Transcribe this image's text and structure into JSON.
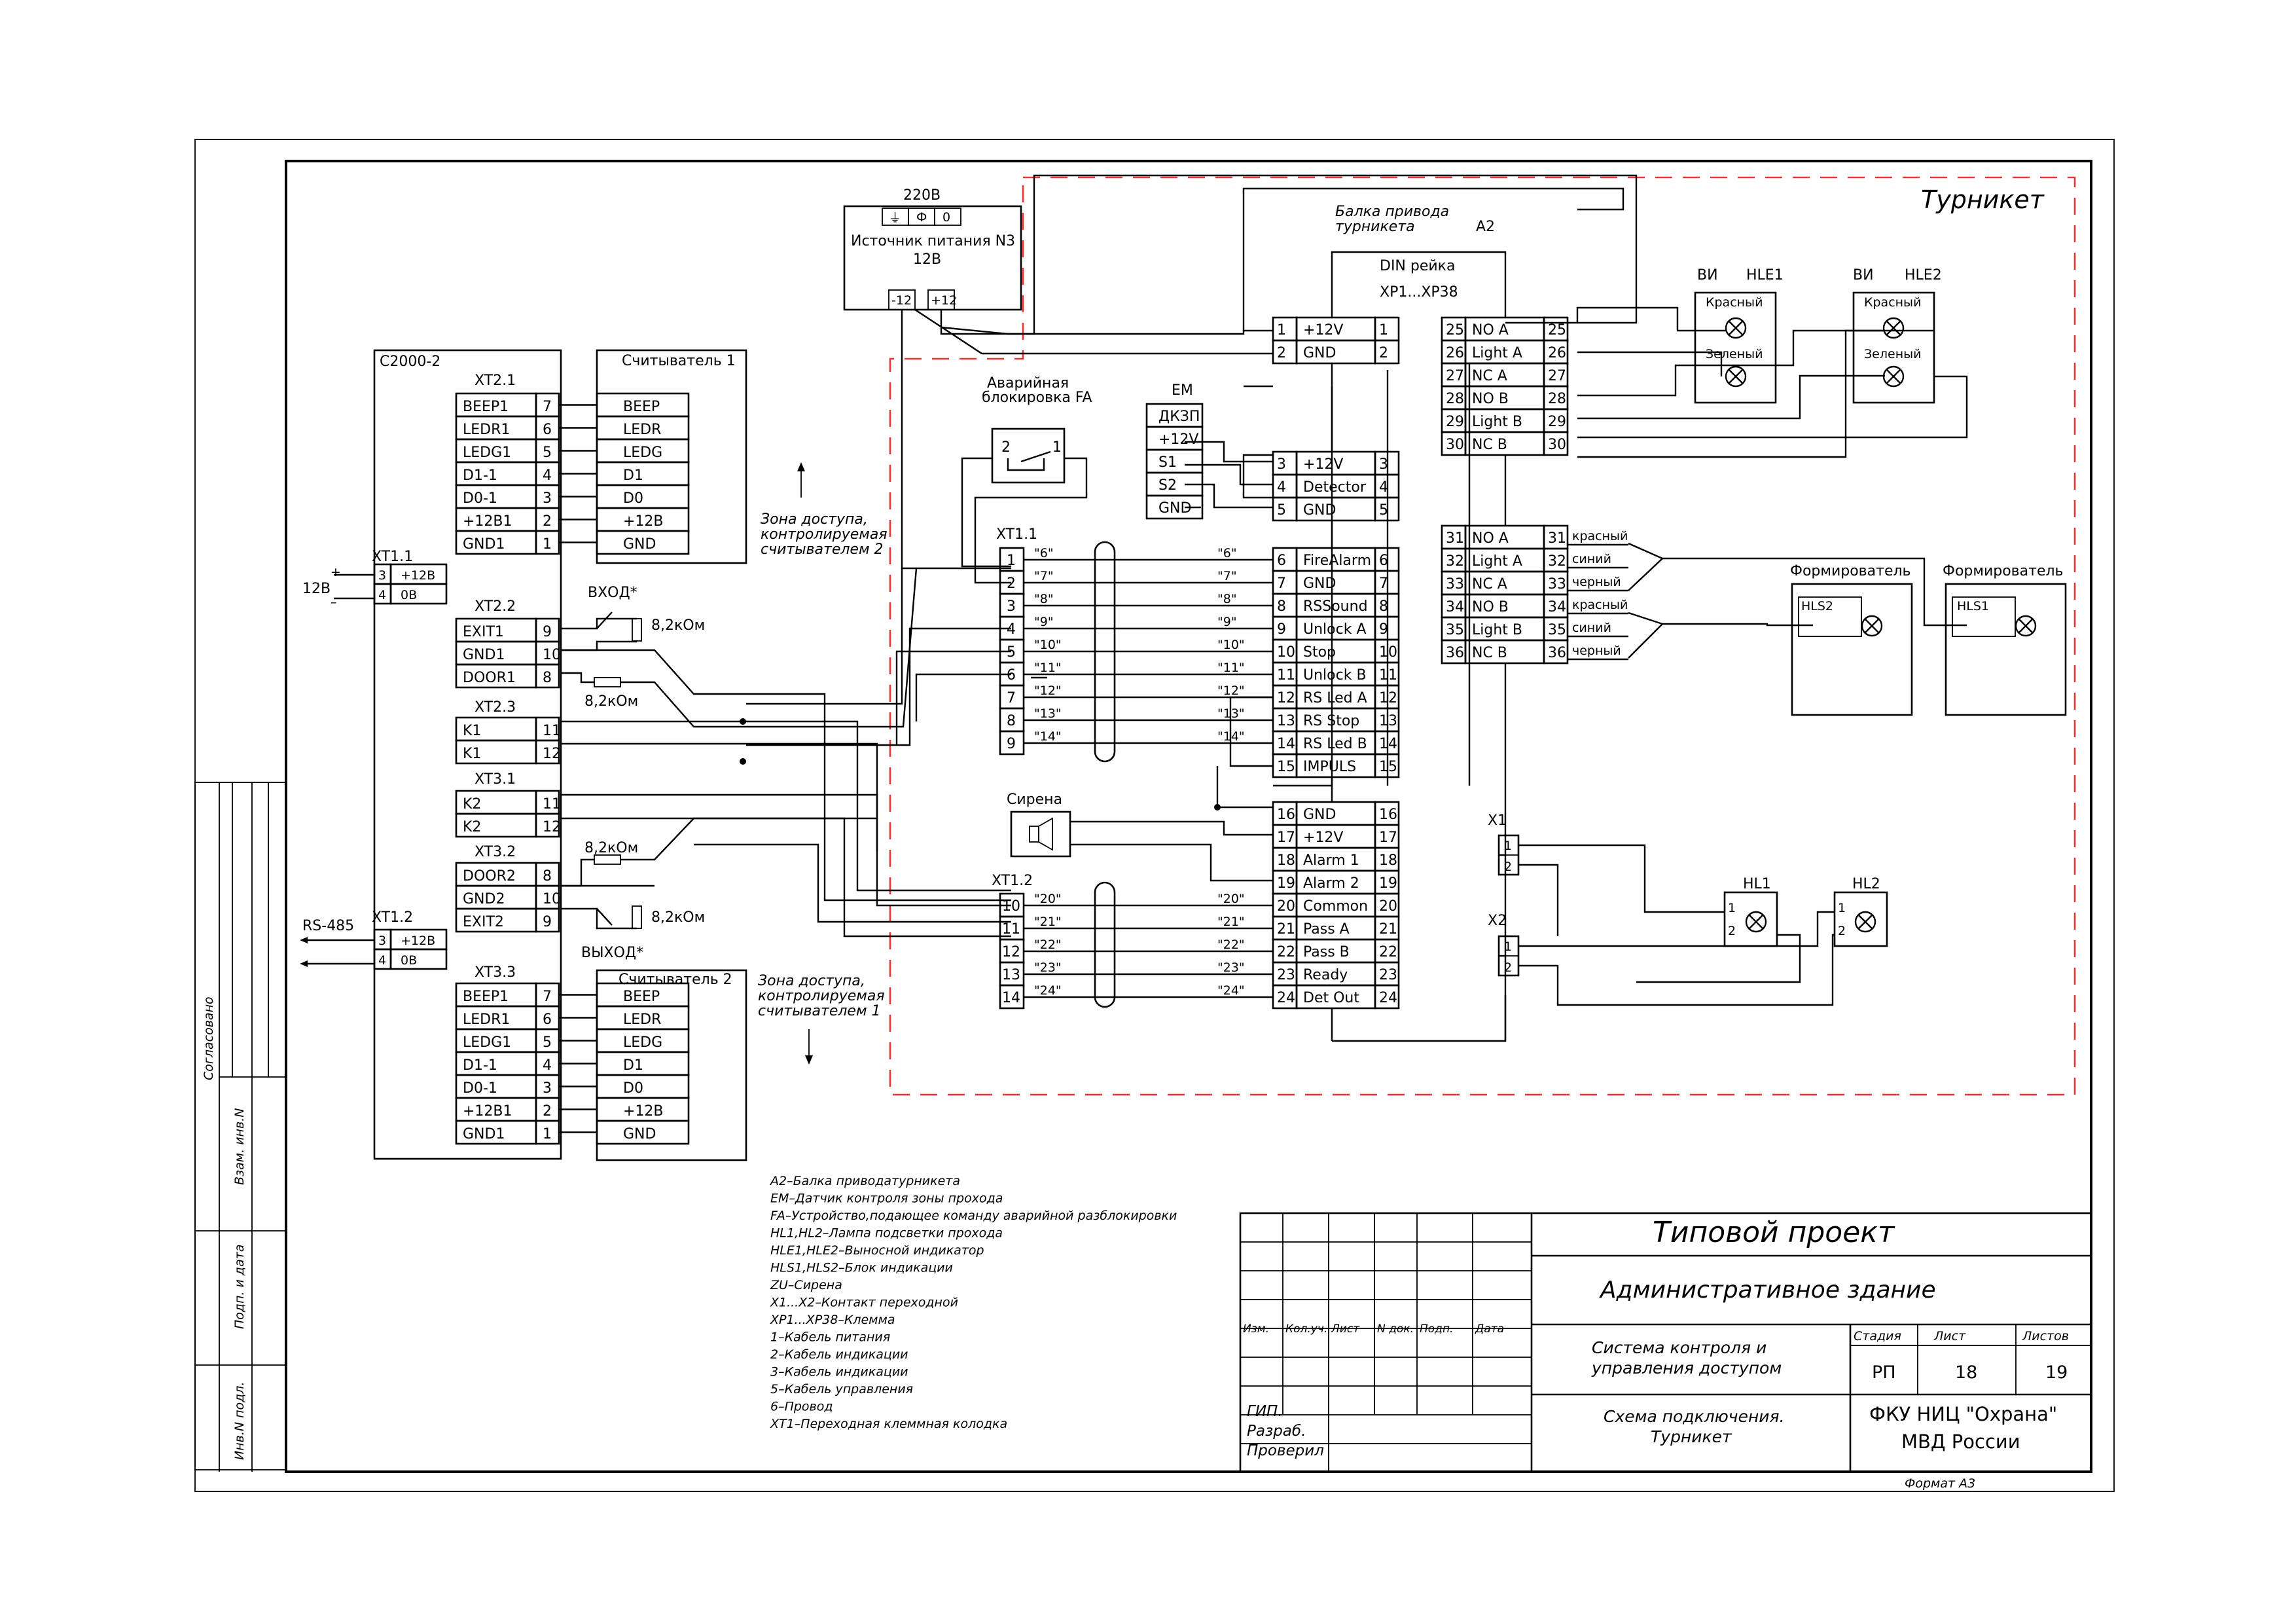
{
  "turnstile_label": "Турникет",
  "psu": {
    "voltage": "220В",
    "name": "Источник питания N3",
    "out": "12В",
    "minus": "-12",
    "plus": "+12",
    "phase": "Ф",
    "zero": "0"
  },
  "c2000": {
    "name": "С2000-2",
    "xt2_1": "XT2.1",
    "xt2_2": "XT2.2",
    "xt2_3": "XT2.3",
    "xt3_1": "XT3.1",
    "xt3_2": "XT3.2",
    "xt3_3": "XT3.3",
    "xt1_1": "XT1.1",
    "xt1_2": "XT1.2"
  },
  "xt2_1_rows": [
    [
      "BEEP1",
      "7"
    ],
    [
      "LEDR1",
      "6"
    ],
    [
      "LEDG1",
      "5"
    ],
    [
      "D1-1",
      "4"
    ],
    [
      "D0-1",
      "3"
    ],
    [
      "+12B1",
      "2"
    ],
    [
      "GND1",
      "1"
    ]
  ],
  "xt3_3_rows": [
    [
      "BEEP1",
      "7"
    ],
    [
      "LEDR1",
      "6"
    ],
    [
      "LEDG1",
      "5"
    ],
    [
      "D1-1",
      "4"
    ],
    [
      "D0-1",
      "3"
    ],
    [
      "+12B1",
      "2"
    ],
    [
      "GND1",
      "1"
    ]
  ],
  "xt2_2_rows": [
    [
      "EXIT1",
      "9"
    ],
    [
      "GND1",
      "10"
    ],
    [
      "DOOR1",
      "8"
    ]
  ],
  "xt3_2_rows": [
    [
      "DOOR2",
      "8"
    ],
    [
      "GND2",
      "10"
    ],
    [
      "EXIT2",
      "9"
    ]
  ],
  "k_rows": [
    [
      "K1",
      "11"
    ],
    [
      "K1",
      "12"
    ],
    [
      "K2",
      "11"
    ],
    [
      "K2",
      "12"
    ]
  ],
  "xt1_1_left": [
    [
      "3",
      "+12В"
    ],
    [
      "4",
      "0В"
    ]
  ],
  "xt1_2_left": [
    [
      "3",
      "+12В"
    ],
    [
      "4",
      "0В"
    ]
  ],
  "reader1": {
    "title": "Считыватель 1",
    "rows": [
      "BEEP",
      "LEDR",
      "LEDG",
      "D1",
      "D0",
      "+12B",
      "GND"
    ]
  },
  "reader2": {
    "title": "Считыватель 2",
    "rows": [
      "BEEP",
      "LEDR",
      "LEDG",
      "D1",
      "D0",
      "+12B",
      "GND"
    ]
  },
  "zone1": [
    "Зона доступа,",
    "контролируемая",
    "считывателем 2"
  ],
  "zone2": [
    "Зона доступа,",
    "контролируемая",
    "считывателем 1"
  ],
  "psu_12v": "12В",
  "rs485": "RS-485",
  "vhod": "ВХОД*",
  "vyhod": "ВЫХОД*",
  "res": "8,2кОм",
  "fa_title": [
    "Аварийная",
    "блокировка FA"
  ],
  "fa_pins": [
    "2",
    "1"
  ],
  "em": {
    "title": "EM",
    "rows": [
      "ДКЗП",
      "+12V",
      "S1",
      "S2",
      "GND"
    ]
  },
  "siren": "Сирена",
  "balka": [
    "Балка привода",
    "турникета"
  ],
  "a2": "A2",
  "din": [
    "DIN рейка",
    "XP1...XP38"
  ],
  "xt1_1_block": {
    "title": "XT1.1",
    "rows": [
      "1",
      "2",
      "3",
      "4",
      "5",
      "6",
      "7",
      "8",
      "9"
    ],
    "wires": [
      "\"6\"",
      "\"7\"",
      "\"8\"",
      "\"9\"",
      "\"10\"",
      "\"11\"",
      "\"12\"",
      "\"13\"",
      "\"14\""
    ]
  },
  "xt1_2_block": {
    "title": "XT1.2",
    "rows": [
      "10",
      "11",
      "12",
      "13",
      "14"
    ],
    "wires": [
      "\"20\"",
      "\"21\"",
      "\"22\"",
      "\"23\"",
      "\"24\""
    ]
  },
  "pwr_rows": [
    [
      "1",
      "+12V",
      "1"
    ],
    [
      "2",
      "GND",
      "2"
    ]
  ],
  "det_rows": [
    [
      "3",
      "+12V",
      "3"
    ],
    [
      "4",
      "Detector",
      "4"
    ],
    [
      "5",
      "GND",
      "5"
    ]
  ],
  "main_rows": [
    [
      "6",
      "FireAlarm",
      "6"
    ],
    [
      "7",
      "GND",
      "7"
    ],
    [
      "8",
      "RSSound",
      "8"
    ],
    [
      "9",
      "Unlock A",
      "9"
    ],
    [
      "10",
      "Stop",
      "10"
    ],
    [
      "11",
      "Unlock B",
      "11"
    ],
    [
      "12",
      "RS Led A",
      "12"
    ],
    [
      "13",
      "RS Stop",
      "13"
    ],
    [
      "14",
      "RS Led B",
      "14"
    ],
    [
      "15",
      "IMPULS",
      "15"
    ]
  ],
  "lower_rows": [
    [
      "16",
      "GND",
      "16"
    ],
    [
      "17",
      "+12V",
      "17"
    ],
    [
      "18",
      "Alarm 1",
      "18"
    ],
    [
      "19",
      "Alarm 2",
      "19"
    ],
    [
      "20",
      "Common",
      "20"
    ],
    [
      "21",
      "Pass A",
      "21"
    ],
    [
      "22",
      "Pass B",
      "22"
    ],
    [
      "23",
      "Ready",
      "23"
    ],
    [
      "24",
      "Det Out",
      "24"
    ]
  ],
  "relay1_rows": [
    [
      "25",
      "NO A",
      "25"
    ],
    [
      "26",
      "Light A",
      "26"
    ],
    [
      "27",
      "NC A",
      "27"
    ],
    [
      "28",
      "NO B",
      "28"
    ],
    [
      "29",
      "Light B",
      "29"
    ],
    [
      "30",
      "NC B",
      "30"
    ]
  ],
  "relay2_rows": [
    [
      "31",
      "NO A",
      "31"
    ],
    [
      "32",
      "Light A",
      "32"
    ],
    [
      "33",
      "NC A",
      "33"
    ],
    [
      "34",
      "NO B",
      "34"
    ],
    [
      "35",
      "Light B",
      "35"
    ],
    [
      "36",
      "NC B",
      "36"
    ]
  ],
  "wire_colors": [
    "красный",
    "синий",
    "черный",
    "красный",
    "синий",
    "черный"
  ],
  "hle1": {
    "vi": "ВИ",
    "name": "HLE1",
    "red": "Красный",
    "green": "Зеленый"
  },
  "hle2": {
    "vi": "ВИ",
    "name": "HLE2",
    "red": "Красный",
    "green": "Зеленый"
  },
  "former1": {
    "title": "Формирователь",
    "name": "HLS2"
  },
  "former2": {
    "title": "Формирователь",
    "name": "HLS1"
  },
  "x1": {
    "name": "X1",
    "pins": [
      "1",
      "2"
    ]
  },
  "x2": {
    "name": "X2",
    "pins": [
      "1",
      "2"
    ]
  },
  "hl1": {
    "name": "HL1",
    "pins": [
      "1",
      "2"
    ]
  },
  "hl2": {
    "name": "HL2",
    "pins": [
      "1",
      "2"
    ]
  },
  "legend": [
    "A2–Балка приводатурникета",
    "EM–Датчик контроля зоны прохода",
    "FA–Устройство,подающее команду аварийной разблокировки",
    "HL1,HL2–Лампа подсветки прохода",
    "HLE1,HLE2–Выносной индикатор",
    "HLS1,HLS2–Блок индикации",
    "ZU–Сирена",
    "X1...X2–Контакт переходной",
    "XP1...XP38–Клемма",
    "1–Кабель питания",
    "2–Кабель индикации",
    "3–Кабель индикации",
    "5–Кабель управления",
    "6–Провод",
    "XT1–Переходная клеммная колодка"
  ],
  "stamp": {
    "project": "Типовой проект",
    "building": "Административное здание",
    "system": [
      "Система контроля и",
      "управления доступом"
    ],
    "sheet": [
      "Схема подключения.",
      "Турникет"
    ],
    "org": [
      "ФКУ НИЦ \"Охрана\"",
      "МВД России"
    ],
    "stage_h": "Стадия",
    "list_h": "Лист",
    "lists_h": "Листов",
    "stage": "РП",
    "list": "18",
    "lists": "19",
    "cols": [
      "Изм.",
      "Кол.уч.",
      "Лист",
      "N док.",
      "Подп.",
      "Дата"
    ],
    "roles": [
      "ГИП.",
      "Разраб.",
      "Проверил"
    ],
    "format": "Формат А3"
  },
  "side": {
    "agreed": "Согласовано",
    "vzam": "Взам. инв.N",
    "podp": "Подп. и дата",
    "inv": "Инв.N подл."
  }
}
